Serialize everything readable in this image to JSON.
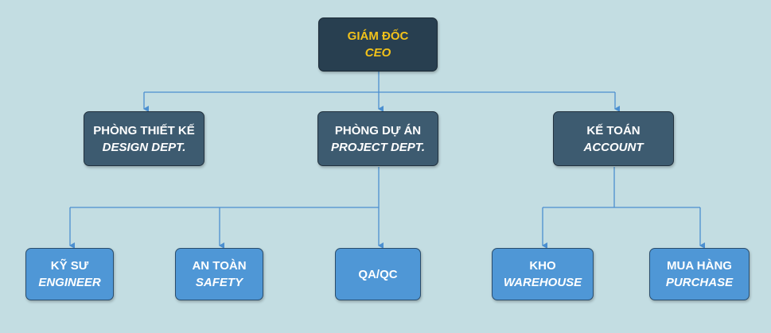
{
  "colors": {
    "background": "#c3dde2",
    "ceo_fill": "#283f50",
    "ceo_text": "#f2c21a",
    "dept_fill": "#3d5b70",
    "staff_fill": "#4f97d6",
    "connector": "#4b8fd0"
  },
  "ceo": {
    "line1": "GIÁM ĐỐC",
    "line2": "CEO"
  },
  "departments": {
    "design": {
      "line1": "PHÒNG THIẾT KẾ",
      "line2": "DESIGN DEPT."
    },
    "project": {
      "line1": "PHÒNG DỰ ÁN",
      "line2": "PROJECT DEPT."
    },
    "account": {
      "line1": "KẾ TOÁN",
      "line2": "ACCOUNT"
    }
  },
  "units": {
    "engineer": {
      "line1": "KỸ SƯ",
      "line2": "ENGINEER"
    },
    "safety": {
      "line1": "AN TOÀN",
      "line2": "SAFETY"
    },
    "qaqc": {
      "line1": "QA/QC"
    },
    "warehouse": {
      "line1": "KHO",
      "line2": "WAREHOUSE"
    },
    "purchase": {
      "line1": "MUA HÀNG",
      "line2": "PURCHASE"
    }
  }
}
